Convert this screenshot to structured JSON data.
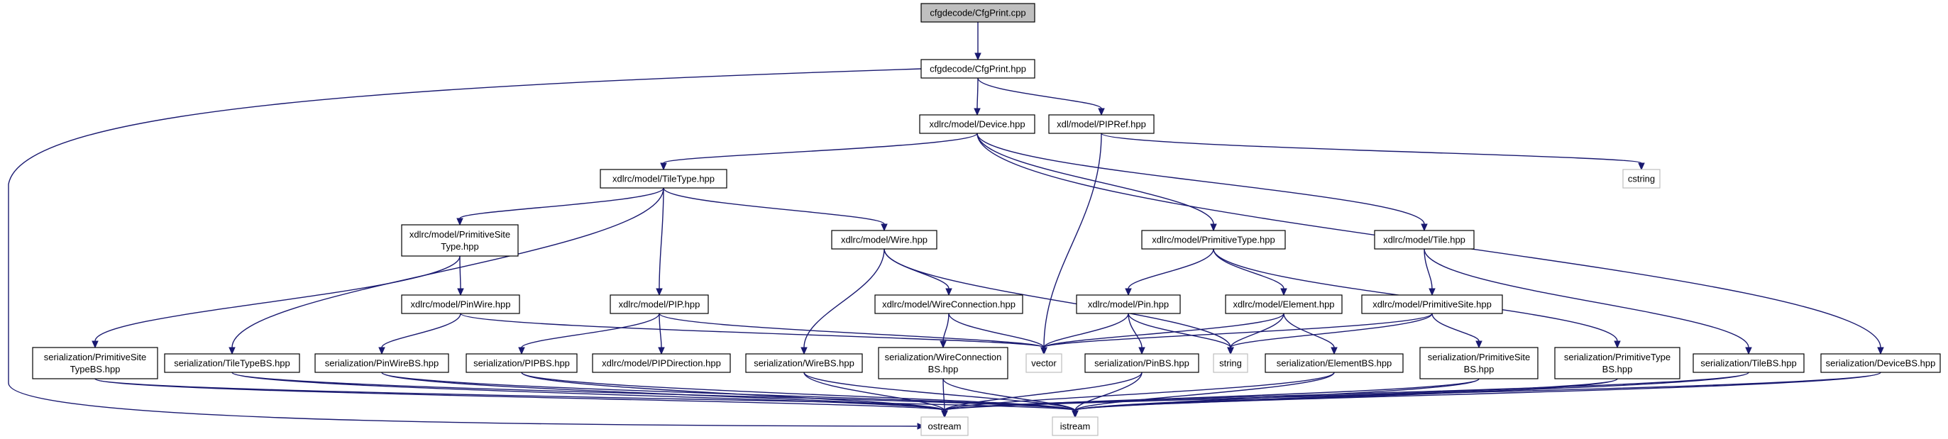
{
  "colors": {
    "edge": "#191970",
    "node_border": "#000000",
    "external_border": "#bfbfbf",
    "root_fill": "#bfbfbf",
    "node_fill": "#ffffff"
  },
  "nodes": {
    "root": {
      "lines": [
        "cfgdecode/CfgPrint.cpp"
      ],
      "kind": "root"
    },
    "cfghpp": {
      "lines": [
        "cfgdecode/CfgPrint.hpp"
      ],
      "kind": "file"
    },
    "device": {
      "lines": [
        "xdlrc/model/Device.hpp"
      ],
      "kind": "file"
    },
    "pipref": {
      "lines": [
        "xdl/model/PIPRef.hpp"
      ],
      "kind": "file"
    },
    "cstring": {
      "lines": [
        "cstring"
      ],
      "kind": "external"
    },
    "tiletype": {
      "lines": [
        "xdlrc/model/TileType.hpp"
      ],
      "kind": "file"
    },
    "primsitetype": {
      "lines": [
        "xdlrc/model/PrimitiveSite",
        "Type.hpp"
      ],
      "kind": "file"
    },
    "wire": {
      "lines": [
        "xdlrc/model/Wire.hpp"
      ],
      "kind": "file"
    },
    "primtype": {
      "lines": [
        "xdlrc/model/PrimitiveType.hpp"
      ],
      "kind": "file"
    },
    "tile": {
      "lines": [
        "xdlrc/model/Tile.hpp"
      ],
      "kind": "file"
    },
    "pinwire": {
      "lines": [
        "xdlrc/model/PinWire.hpp"
      ],
      "kind": "file"
    },
    "pip": {
      "lines": [
        "xdlrc/model/PIP.hpp"
      ],
      "kind": "file"
    },
    "wireconn": {
      "lines": [
        "xdlrc/model/WireConnection.hpp"
      ],
      "kind": "file"
    },
    "pin": {
      "lines": [
        "xdlrc/model/Pin.hpp"
      ],
      "kind": "file"
    },
    "element": {
      "lines": [
        "xdlrc/model/Element.hpp"
      ],
      "kind": "file"
    },
    "primsite": {
      "lines": [
        "xdlrc/model/PrimitiveSite.hpp"
      ],
      "kind": "file"
    },
    "s_pstbs": {
      "lines": [
        "serialization/PrimitiveSite",
        "TypeBS.hpp"
      ],
      "kind": "file"
    },
    "s_ttbs": {
      "lines": [
        "serialization/TileTypeBS.hpp"
      ],
      "kind": "file"
    },
    "s_pwbs": {
      "lines": [
        "serialization/PinWireBS.hpp"
      ],
      "kind": "file"
    },
    "s_pipbs": {
      "lines": [
        "serialization/PIPBS.hpp"
      ],
      "kind": "file"
    },
    "pipdir": {
      "lines": [
        "xdlrc/model/PIPDirection.hpp"
      ],
      "kind": "file"
    },
    "s_wbs": {
      "lines": [
        "serialization/WireBS.hpp"
      ],
      "kind": "file"
    },
    "s_wcbs": {
      "lines": [
        "serialization/WireConnection",
        "BS.hpp"
      ],
      "kind": "file"
    },
    "vector": {
      "lines": [
        "vector"
      ],
      "kind": "external"
    },
    "s_pinbs": {
      "lines": [
        "serialization/PinBS.hpp"
      ],
      "kind": "file"
    },
    "string": {
      "lines": [
        "string"
      ],
      "kind": "external"
    },
    "s_elbs": {
      "lines": [
        "serialization/ElementBS.hpp"
      ],
      "kind": "file"
    },
    "s_psbs": {
      "lines": [
        "serialization/PrimitiveSite",
        "BS.hpp"
      ],
      "kind": "file"
    },
    "s_ptbs": {
      "lines": [
        "serialization/PrimitiveType",
        "BS.hpp"
      ],
      "kind": "file"
    },
    "s_tbs": {
      "lines": [
        "serialization/TileBS.hpp"
      ],
      "kind": "file"
    },
    "s_dbs": {
      "lines": [
        "serialization/DeviceBS.hpp"
      ],
      "kind": "file"
    },
    "ostream": {
      "lines": [
        "ostream"
      ],
      "kind": "external"
    },
    "istream": {
      "lines": [
        "istream"
      ],
      "kind": "external"
    }
  },
  "edges": [
    [
      "root",
      "cfghpp"
    ],
    [
      "cfghpp",
      "device"
    ],
    [
      "cfghpp",
      "pipref"
    ],
    [
      "cfghpp",
      "ostream"
    ],
    [
      "device",
      "tiletype"
    ],
    [
      "device",
      "primtype"
    ],
    [
      "device",
      "tile"
    ],
    [
      "device",
      "s_dbs"
    ],
    [
      "pipref",
      "cstring"
    ],
    [
      "pipref",
      "vector"
    ],
    [
      "tiletype",
      "primsitetype"
    ],
    [
      "tiletype",
      "wire"
    ],
    [
      "tiletype",
      "pip"
    ],
    [
      "tiletype",
      "s_ttbs"
    ],
    [
      "primsitetype",
      "pinwire"
    ],
    [
      "primsitetype",
      "s_pstbs"
    ],
    [
      "wire",
      "wireconn"
    ],
    [
      "wire",
      "s_wbs"
    ],
    [
      "wire",
      "string"
    ],
    [
      "primtype",
      "pin"
    ],
    [
      "primtype",
      "element"
    ],
    [
      "primtype",
      "s_ptbs"
    ],
    [
      "tile",
      "primsite"
    ],
    [
      "tile",
      "s_tbs"
    ],
    [
      "pinwire",
      "s_pwbs"
    ],
    [
      "pinwire",
      "vector"
    ],
    [
      "pip",
      "s_pipbs"
    ],
    [
      "pip",
      "pipdir"
    ],
    [
      "pip",
      "vector"
    ],
    [
      "wireconn",
      "s_wcbs"
    ],
    [
      "wireconn",
      "vector"
    ],
    [
      "pin",
      "vector"
    ],
    [
      "pin",
      "s_pinbs"
    ],
    [
      "pin",
      "string"
    ],
    [
      "element",
      "vector"
    ],
    [
      "element",
      "string"
    ],
    [
      "element",
      "s_elbs"
    ],
    [
      "primsite",
      "vector"
    ],
    [
      "primsite",
      "string"
    ],
    [
      "primsite",
      "s_psbs"
    ],
    [
      "s_pstbs",
      "ostream"
    ],
    [
      "s_pstbs",
      "istream"
    ],
    [
      "s_ttbs",
      "ostream"
    ],
    [
      "s_ttbs",
      "istream"
    ],
    [
      "s_pwbs",
      "ostream"
    ],
    [
      "s_pwbs",
      "istream"
    ],
    [
      "s_pipbs",
      "ostream"
    ],
    [
      "s_pipbs",
      "istream"
    ],
    [
      "s_wbs",
      "ostream"
    ],
    [
      "s_wbs",
      "istream"
    ],
    [
      "s_wcbs",
      "ostream"
    ],
    [
      "s_wcbs",
      "istream"
    ],
    [
      "s_pinbs",
      "ostream"
    ],
    [
      "s_pinbs",
      "istream"
    ],
    [
      "s_elbs",
      "ostream"
    ],
    [
      "s_elbs",
      "istream"
    ],
    [
      "s_psbs",
      "ostream"
    ],
    [
      "s_psbs",
      "istream"
    ],
    [
      "s_ptbs",
      "ostream"
    ],
    [
      "s_ptbs",
      "istream"
    ],
    [
      "s_tbs",
      "ostream"
    ],
    [
      "s_tbs",
      "istream"
    ],
    [
      "s_dbs",
      "ostream"
    ],
    [
      "s_dbs",
      "istream"
    ]
  ]
}
